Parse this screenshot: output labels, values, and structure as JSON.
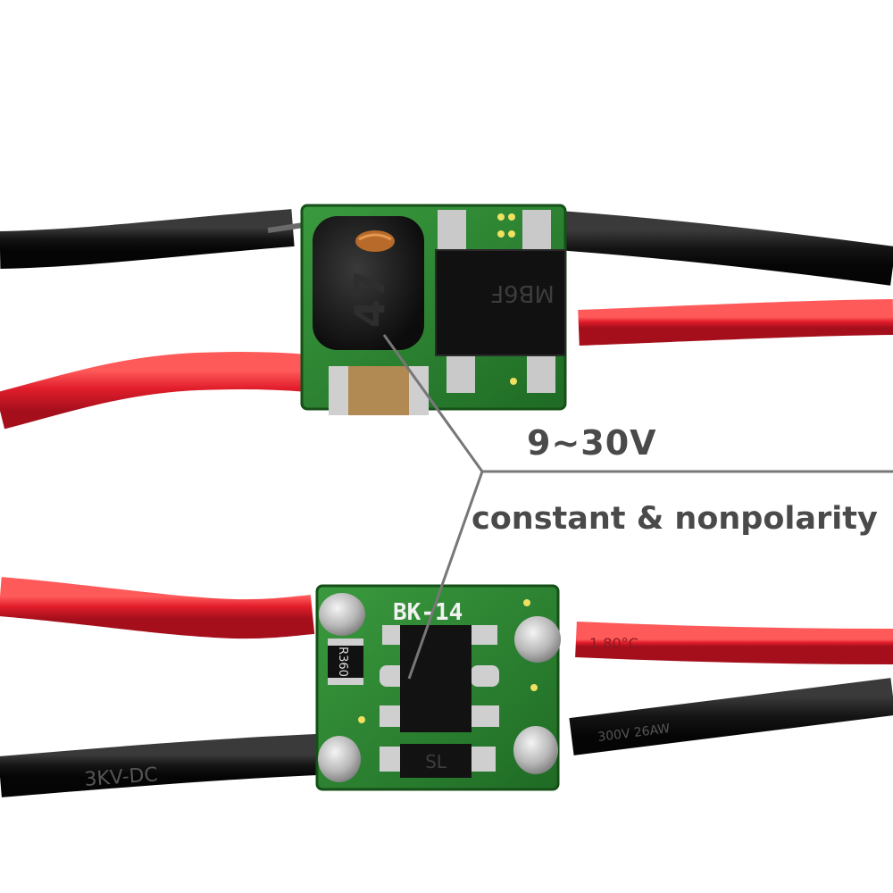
{
  "annotation": {
    "voltage": "9~30V",
    "feature": "constant & nonpolarity"
  },
  "upper_board": {
    "bridge_marking": "MB6F",
    "inductor_marking": "47"
  },
  "lower_board": {
    "silkscreen": "BK-14",
    "resistor_marking": "R360",
    "diode_marking": "SL"
  },
  "wires": {
    "lower_red_print": "1  80°C",
    "lower_black_left_print": "3KV-DC",
    "lower_black_right_print": "300V 26AW"
  },
  "colors": {
    "pcb": "#2e7d32",
    "wire_red": "#e0303a",
    "wire_black": "#1a1a1a",
    "annotation_text": "#4a4a4a"
  }
}
